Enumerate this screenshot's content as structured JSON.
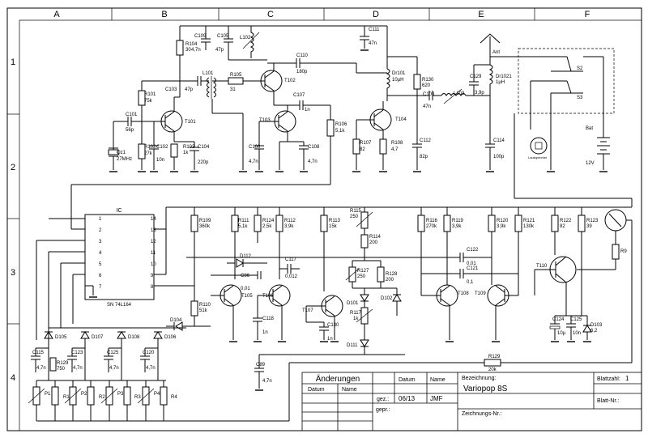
{
  "zones": {
    "columns": [
      "A",
      "B",
      "C",
      "D",
      "E",
      "F"
    ],
    "rows": [
      "1",
      "2",
      "3",
      "4"
    ]
  },
  "ic": {
    "name": "IC",
    "part": "SN 74L164",
    "pins_left": [
      "1",
      "2",
      "3",
      "4",
      "5",
      "6",
      "7"
    ],
    "pins_right": [
      "14",
      "13",
      "12",
      "11",
      "10",
      "9",
      "8"
    ]
  },
  "labels": {
    "R104": "R104",
    "R104v1": "30",
    "R104v2": "4,7n",
    "C109": "C109",
    "C105": "C105",
    "C105v": "47p",
    "L102": "L102",
    "C111": "C111",
    "C111v": "47n",
    "C110": "C110",
    "C110v": "180p",
    "L101": "L101",
    "R105": "R105",
    "R105v": "31",
    "C103": "C103",
    "C103v": "47p",
    "T102": "T102",
    "R101": "R101",
    "R101v": "75k",
    "C101": "C101",
    "C101v": "56p",
    "T101": "T101",
    "C107": "C107",
    "C107v": "1n",
    "T103": "T103",
    "R106": "R106",
    "R106v": "5,1k",
    "Dr101": "Dr101",
    "Dr101v": "10µH",
    "R130": "R130",
    "R130v": "620",
    "C108b": "C103",
    "C108bv": "47n",
    "T104": "T104",
    "L103": "L103",
    "C129": "C129",
    "C129v": "3,9p",
    "Dr1021": "Dr1021",
    "Dr1021v": "1µH",
    "Ant": "Ant",
    "S2": "S2",
    "S3": "S3",
    "Qz1": "Qz1",
    "Qz1v": "27MHz",
    "R102": "R102",
    "R102v": "27k",
    "C102": "C102",
    "C102v": "10n",
    "R103": "R103",
    "R103v": "1k",
    "C104": "C104",
    "C104v": "220p",
    "C106": "C106",
    "C106v": "4,7n",
    "C108": "C108",
    "C108v": "4,7n",
    "R107": "R107",
    "R107v": "82",
    "R108": "R108",
    "R108v": "4,7",
    "C112": "C112",
    "C112v": "82p",
    "C114": "C114",
    "C114v": "100p",
    "Lautsprecher": "Lautsprecher",
    "Bat": "Bat",
    "Batv": "12V",
    "R109": "R109",
    "R109v": "360k",
    "R111": "R111",
    "R111v": "5,1k",
    "R124": "R124",
    "R124v": "2,5k",
    "R112": "R112",
    "R112v": "3,9k",
    "R113": "R113",
    "R113v": "15k",
    "R115": "R115",
    "R115v": "250",
    "R114": "R114",
    "R114v": "200",
    "R116": "R116",
    "R116v": "270k",
    "R119": "R119",
    "R119v": "3,9k",
    "R120": "R120",
    "R120v": "3,9k",
    "R121": "R121",
    "R121v": "130k",
    "R122": "R122",
    "R122v": "82",
    "R123": "R123",
    "R123v": "39",
    "D112": "D112",
    "C117": "C117",
    "C117v": "0,012",
    "C122": "C122",
    "C122v": "0,01",
    "C121": "C121",
    "C121v": "0,1",
    "R127": "R127",
    "R127v": "250",
    "R128": "R128",
    "R128v": "200",
    "T110": "T110",
    "R9": "R9",
    "C86": "C86",
    "C86v": "0,01",
    "T105": "T105",
    "T106": "T106",
    "T107": "T107",
    "D101": "D101",
    "D102": "D102",
    "R117": "R117",
    "R117v": "1k",
    "T108": "T108",
    "T109": "T109",
    "D104": "D104",
    "R110": "R110",
    "R110v": "51k",
    "C118": "C118",
    "C118v": "1n",
    "C130": "C130",
    "C130v": "1n",
    "D111": "D111",
    "C124": "C124",
    "C124v": "10µ",
    "C125": "C125",
    "C125v": "10n",
    "D103": "D103",
    "D103v": "6,2",
    "D105": "D105",
    "D107": "D107",
    "D108": "D108",
    "D106": "D106",
    "C115": "C115",
    "C115v": "4,7n",
    "R129b": "R129",
    "R129bv": "750",
    "C123": "C123",
    "C123v": "4,7n",
    "C125b": "C125",
    "C125bv": "4,7n",
    "C120": "C120",
    "C120v": "4,7n",
    "C89": "C89",
    "C89v": "4,7n",
    "R129": "R129",
    "R129v": "20k",
    "P1": "P1",
    "R1": "R1",
    "P2": "P2",
    "R2": "R2",
    "P3": "P3",
    "R3": "R3",
    "P4": "P4",
    "R4": "R4"
  },
  "title_block": {
    "changes_header": "Änderungen",
    "col_date": "Datum",
    "col_name": "Name",
    "col_date2": "Datum",
    "col_name2": "Name",
    "row_drawn": "gez.:",
    "row_checked": "gepr.:",
    "drawn_date": "06/13",
    "drawn_name": "JMF",
    "designation_label": "Bezeichnung:",
    "designation": "Variopop 8S",
    "drawing_no_label": "Zeichnungs-Nr.:",
    "sheet_count_label": "Blattzahl:",
    "sheet_count": "1",
    "sheet_no_label": "Blatt-Nr.:"
  }
}
